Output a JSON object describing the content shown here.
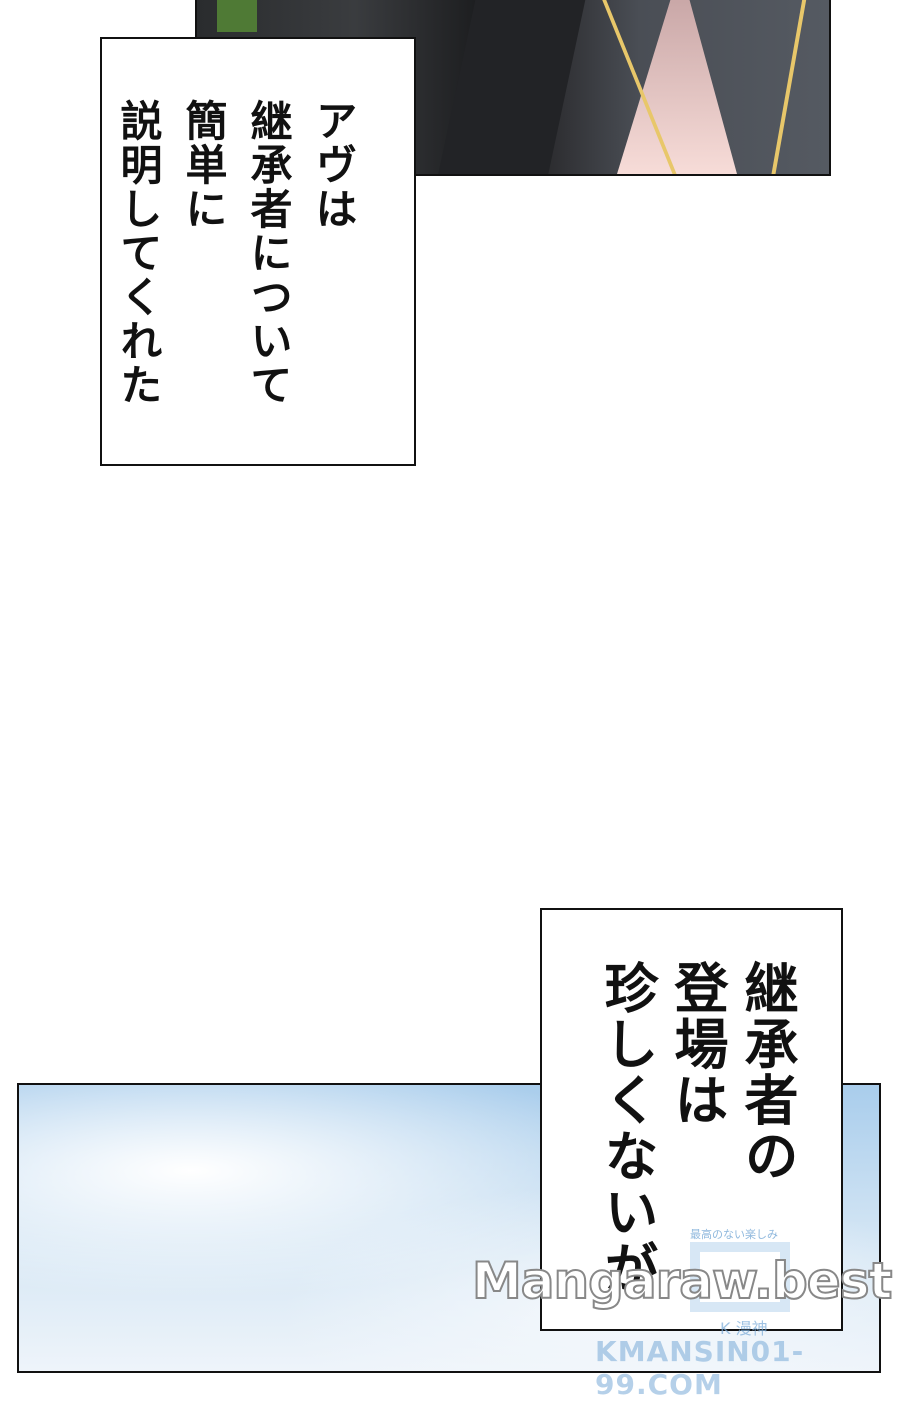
{
  "caption1": {
    "lines": [
      "アヴは",
      "継承者について",
      "簡単に",
      "説明してくれた"
    ]
  },
  "caption2": {
    "lines": [
      "継承者の",
      "登場は",
      "珍しくないが"
    ]
  },
  "watermarks": {
    "site": "Mangaraw.best",
    "url": "KMANSIN01-99.COM",
    "tagline": "最高のない楽しみ",
    "brand": "K 漫神"
  }
}
